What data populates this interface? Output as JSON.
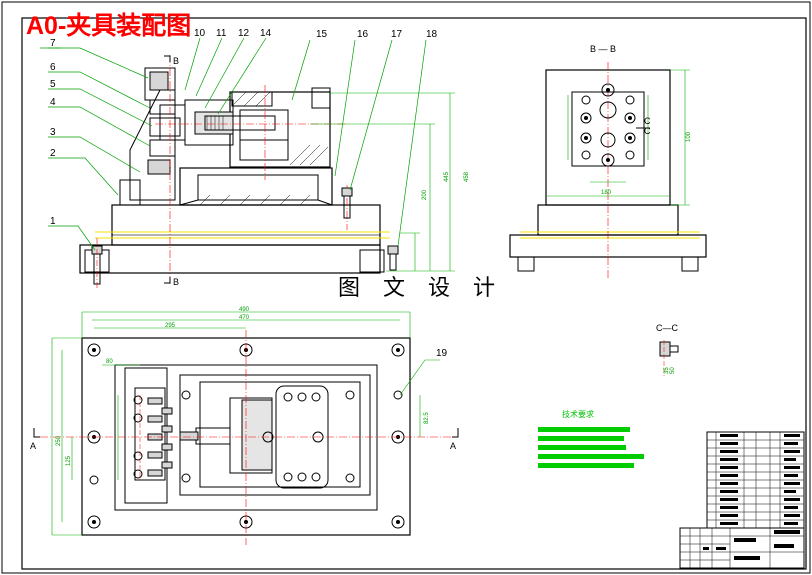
{
  "title": "A0-夹具装配图",
  "subtitle": "图 文 设 计",
  "balloons": [
    "1",
    "2",
    "3",
    "4",
    "5",
    "6",
    "7",
    "10",
    "11",
    "12",
    "14",
    "15",
    "16",
    "17",
    "18",
    "19"
  ],
  "section_labels": {
    "bb_top": "B",
    "bb_bottom": "B",
    "bb_view": "B — B",
    "cc_view": "C—C",
    "c_upper": "C",
    "c_lower": "C",
    "a_left": "A",
    "a_right": "A"
  },
  "dimensions": {
    "d445": "445",
    "d458": "458",
    "d200": "200",
    "d490": "490",
    "d470": "470",
    "d295": "295",
    "d80": "80",
    "d250": "250",
    "d125": "125",
    "d82_5": "82.5",
    "d100": "100",
    "d180": "180",
    "d35": "35",
    "d50": "50"
  },
  "tech_requirements_title": "技术要求",
  "colors": {
    "title": "#ff0000",
    "outline": "#000000",
    "center_line": "#ff0000",
    "dimension": "#00b000",
    "leader": "#00a000",
    "hatch": "#000000",
    "highlight_yellow": "#f5e600"
  }
}
